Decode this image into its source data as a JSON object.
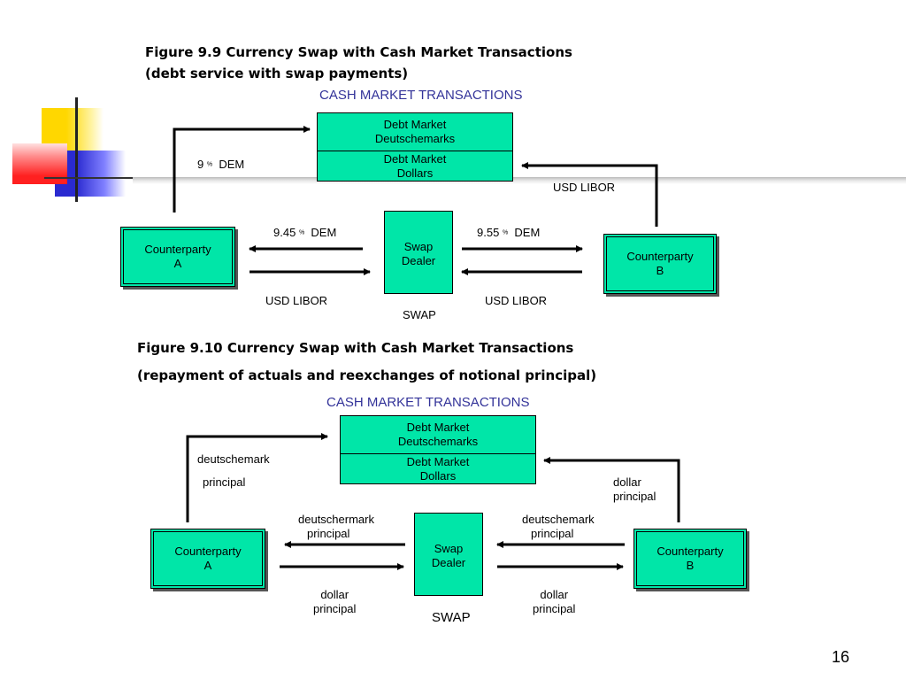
{
  "fig1": {
    "title_line1": "Figure 9.9 Currency Swap with Cash Market Transactions",
    "title_line2": "(debt service with swap payments)",
    "section": "CASH MARKET TRANSACTIONS",
    "debt_top": [
      "Debt Market",
      "Deutschemarks"
    ],
    "debt_bottom": [
      "Debt Market",
      "Dollars"
    ],
    "cp_a": [
      "Counterparty",
      "A"
    ],
    "cp_b": [
      "Counterparty",
      "B"
    ],
    "dealer": [
      "Swap",
      "Dealer"
    ],
    "label_9dem": {
      "num": "9",
      "pct": "%",
      "unit": "DEM"
    },
    "label_usd_libor_top": "USD LIBOR",
    "label_945": {
      "num": "9.45",
      "pct": "%",
      "unit": "DEM"
    },
    "label_955": {
      "num": "9.55",
      "pct": "%",
      "unit": "DEM"
    },
    "label_usd_libor_left": "USD LIBOR",
    "label_usd_libor_right": "USD LIBOR",
    "swap": "SWAP"
  },
  "fig2": {
    "title_line1": "Figure 9.10 Currency Swap with Cash Market Transactions",
    "title_line2": "(repayment of actuals and reexchanges of notional principal)",
    "section": "CASH MARKET TRANSACTIONS",
    "debt_top": [
      "Debt Market",
      "Deutschemarks"
    ],
    "debt_bottom": [
      "Debt Market",
      "Dollars"
    ],
    "cp_a": [
      "Counterparty",
      "A"
    ],
    "cp_b": [
      "Counterparty",
      "B"
    ],
    "dealer": [
      "Swap",
      "Dealer"
    ],
    "label_dm_principal_tl1": "deutschemark",
    "label_dm_principal_tl2": "principal",
    "label_dollar_principal_tr": [
      "dollar",
      "principal"
    ],
    "label_dm_principal_left": [
      "deutschermark",
      "principal"
    ],
    "label_dm_principal_right": [
      "deutschemark",
      "principal"
    ],
    "label_dollar_left": [
      "dollar",
      "principal"
    ],
    "label_dollar_right": [
      "dollar",
      "principal"
    ],
    "swap": "SWAP"
  },
  "page_number": "16",
  "colors": {
    "box": "#00e6a8",
    "section": "#333399",
    "deco_yellow": "#ffd700",
    "deco_red": "#ff3030",
    "deco_blue": "#3333cc"
  }
}
